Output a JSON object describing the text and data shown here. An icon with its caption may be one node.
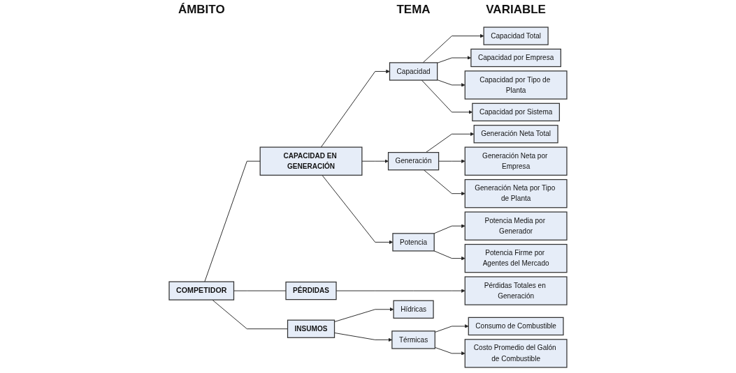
{
  "diagram": {
    "nodes": [
      {
        "text": [
          "COMPETIDOR"
        ]
      },
      {
        "text": [
          "CAPACIDAD EN GENERACIÓN"
        ]
      },
      {
        "text": [
          "PÉRDIDAS"
        ]
      },
      {
        "text": [
          "INSUMOS"
        ]
      },
      {
        "text": [
          "Capacidad"
        ]
      },
      {
        "text": [
          "Generación"
        ]
      },
      {
        "text": [
          "Potencia"
        ]
      },
      {
        "text": [
          "Hídricas"
        ]
      },
      {
        "text": [
          "Térmicas"
        ]
      },
      {
        "text": [
          "Capacidad Total"
        ]
      },
      {
        "text": [
          "Capacidad por Empresa"
        ]
      },
      {
        "text": [
          "Capacidad por Tipo de Planta"
        ]
      },
      {
        "text": [
          "Capacidad por Sistema"
        ]
      },
      {
        "text": [
          "Generación Neta Total"
        ]
      },
      {
        "text": [
          "Generación Neta por Empresa"
        ]
      },
      {
        "text": [
          "Generación Neta por Tipo de Planta"
        ]
      },
      {
        "text": [
          "Potencia Media por Generador"
        ]
      },
      {
        "text": [
          "Potencia Firme por Agentes del Mercado"
        ]
      },
      {
        "text": [
          "Pérdidas Totales en Generación"
        ]
      },
      {
        "text": [
          "Consumo de Combustible"
        ]
      },
      {
        "text": [
          "Costo Promedio del Galón de Combustible"
        ]
      }
    ],
    "edges": [
      {
        "from": 0,
        "to": 1,
        "arrow": "none"
      },
      {
        "from": 0,
        "to": 2,
        "arrow": "none"
      },
      {
        "from": 0,
        "to": 3,
        "arrow": "none"
      },
      {
        "from": 1,
        "to": 4,
        "arrow": "to"
      },
      {
        "from": 1,
        "to": 5,
        "arrow": "to"
      },
      {
        "from": 1,
        "to": 6,
        "arrow": "to"
      },
      {
        "from": 2,
        "to": 18,
        "arrow": "to"
      },
      {
        "from": 3,
        "to": 7,
        "arrow": "to"
      },
      {
        "from": 3,
        "to": 8,
        "arrow": "to"
      },
      {
        "from": 4,
        "to": 9,
        "arrow": "to"
      },
      {
        "from": 4,
        "to": 10,
        "arrow": "to"
      },
      {
        "from": 4,
        "to": 11,
        "arrow": "to"
      },
      {
        "from": 4,
        "to": 12,
        "arrow": "to"
      },
      {
        "from": 5,
        "to": 13,
        "arrow": "to"
      },
      {
        "from": 5,
        "to": 14,
        "arrow": "to"
      },
      {
        "from": 5,
        "to": 15,
        "arrow": "to"
      },
      {
        "from": 6,
        "to": 16,
        "arrow": "to"
      },
      {
        "from": 6,
        "to": 17,
        "arrow": "to"
      },
      {
        "from": 8,
        "to": 19,
        "arrow": "to"
      },
      {
        "from": 8,
        "to": 20,
        "arrow": "to"
      }
    ],
    "labels": [
      "ÁMBITO",
      "TEMA",
      "VARIABLE"
    ]
  }
}
